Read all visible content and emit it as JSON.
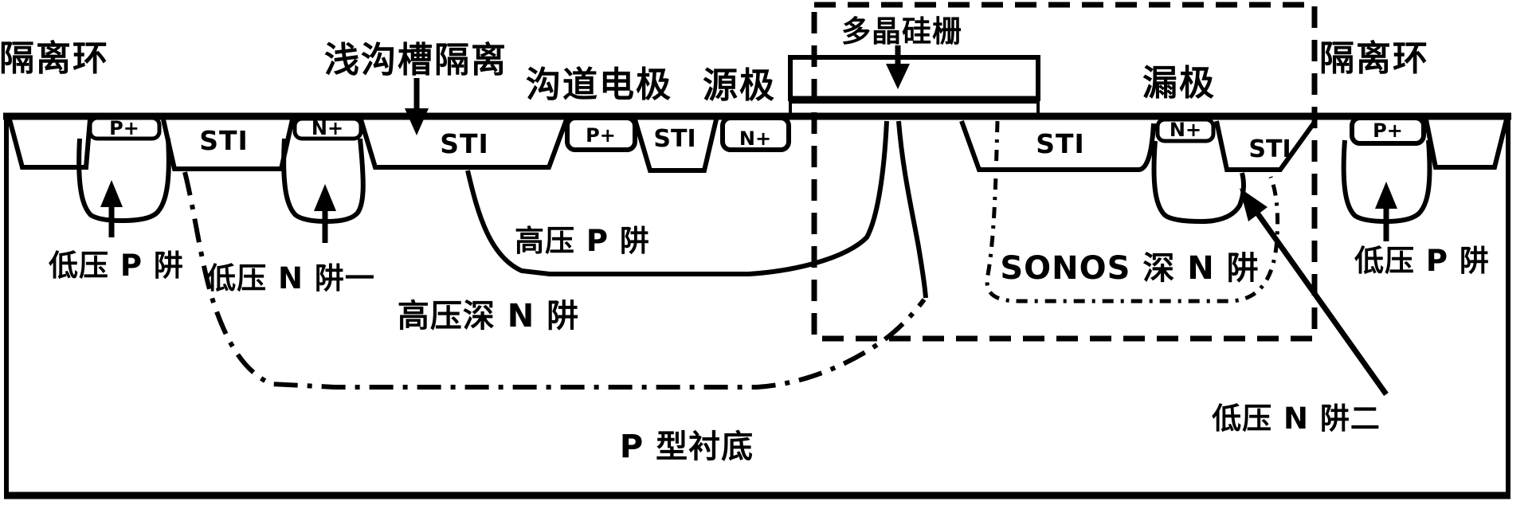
{
  "figure": {
    "description": "SONOS device cross-section diagram",
    "colors": {
      "ink": "#000000",
      "background": "#ffffff"
    },
    "labels": {
      "top": {
        "isolation_ring_left": "隔离环",
        "shallow_trench_isolation": "浅沟槽隔离",
        "channel_electrode": "沟道电极",
        "source": "源极",
        "poly_silicon_gate": "多晶硅栅",
        "drain": "漏极",
        "isolation_ring_right": "隔离环"
      },
      "regions": {
        "sti": "STI",
        "p_plus": "P+",
        "n_plus": "N+"
      },
      "wells": {
        "lv_p_well_left": "低压 P 阱",
        "lv_n_well_1": "低压 N 阱一",
        "hv_p_well": "高压 P 阱",
        "hv_deep_n_well": "高压深 N 阱",
        "sonos_deep_n_well": "SONOS 深 N 阱",
        "lv_p_well_right": "低压 P 阱",
        "lv_n_well_2": "低压 N 阱二",
        "p_substrate": "P 型衬底"
      }
    }
  }
}
